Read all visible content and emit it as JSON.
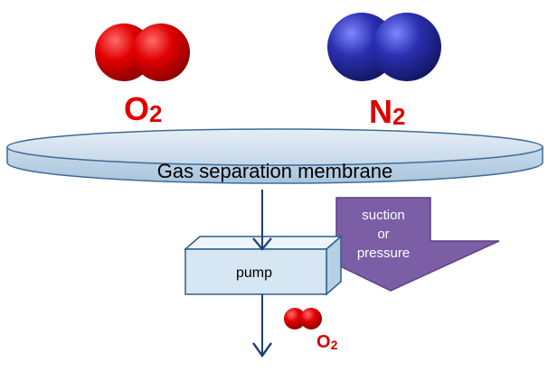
{
  "molecules": {
    "oxygen": {
      "label": "O",
      "subscript": "2",
      "color": "#e00000"
    },
    "nitrogen": {
      "label": "N",
      "subscript": "2",
      "color": "#2a2fb0"
    },
    "permeate": {
      "label": "O",
      "subscript": "2",
      "color": "#d40000"
    }
  },
  "membrane": {
    "label": "Gas separation membrane",
    "fill": "#c7dcec",
    "edge": "#3d6b96"
  },
  "pump": {
    "label": "pump",
    "fill": "#d6e6f3",
    "edge": "#2e5f8a"
  },
  "driver": {
    "line1": "suction",
    "line2": "or",
    "line3": "pressure",
    "fill": "#7b5ea6"
  },
  "colors": {
    "arrow": "#1f3d7a"
  }
}
